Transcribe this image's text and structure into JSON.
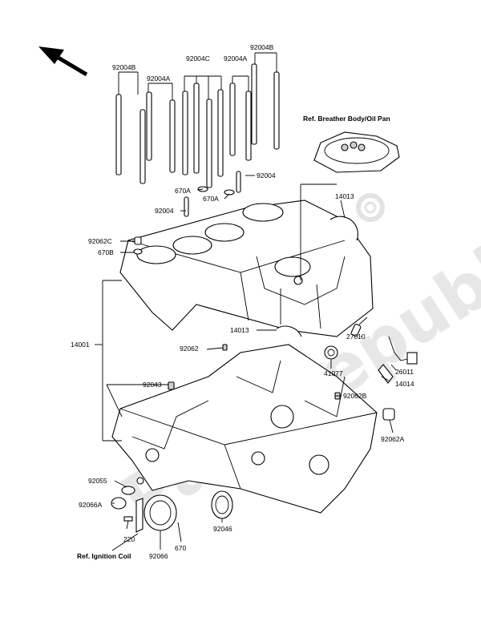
{
  "watermark": "Partsrepublik",
  "refs": {
    "breather": "Ref. Breather Body/Oil Pan",
    "ignition": "Ref. Ignition Coil"
  },
  "labels": {
    "b1": "92004B",
    "a1": "92004A",
    "c": "92004C",
    "a2": "92004A",
    "b2": "92004B",
    "p92004r": "92004",
    "p670a_1": "670A",
    "p670a_2": "670A",
    "p92004l": "92004",
    "p92062c": "92062C",
    "p670b": "670B",
    "p14013a": "14013",
    "p14013b": "14013",
    "p14001": "14001",
    "p92062": "92062",
    "p27010": "27010",
    "p41077": "41077",
    "p26011": "26011",
    "p14014": "14014",
    "p92043": "92043",
    "p92062b": "92062B",
    "p92062a": "92062A",
    "p92055": "92055",
    "p92066a": "92066A",
    "p220": "220",
    "p92066": "92066",
    "p670": "670",
    "p92046": "92046"
  },
  "colors": {
    "ink": "#000000",
    "watermark": "#e7e7e7",
    "shade": "#cfcfcf"
  }
}
